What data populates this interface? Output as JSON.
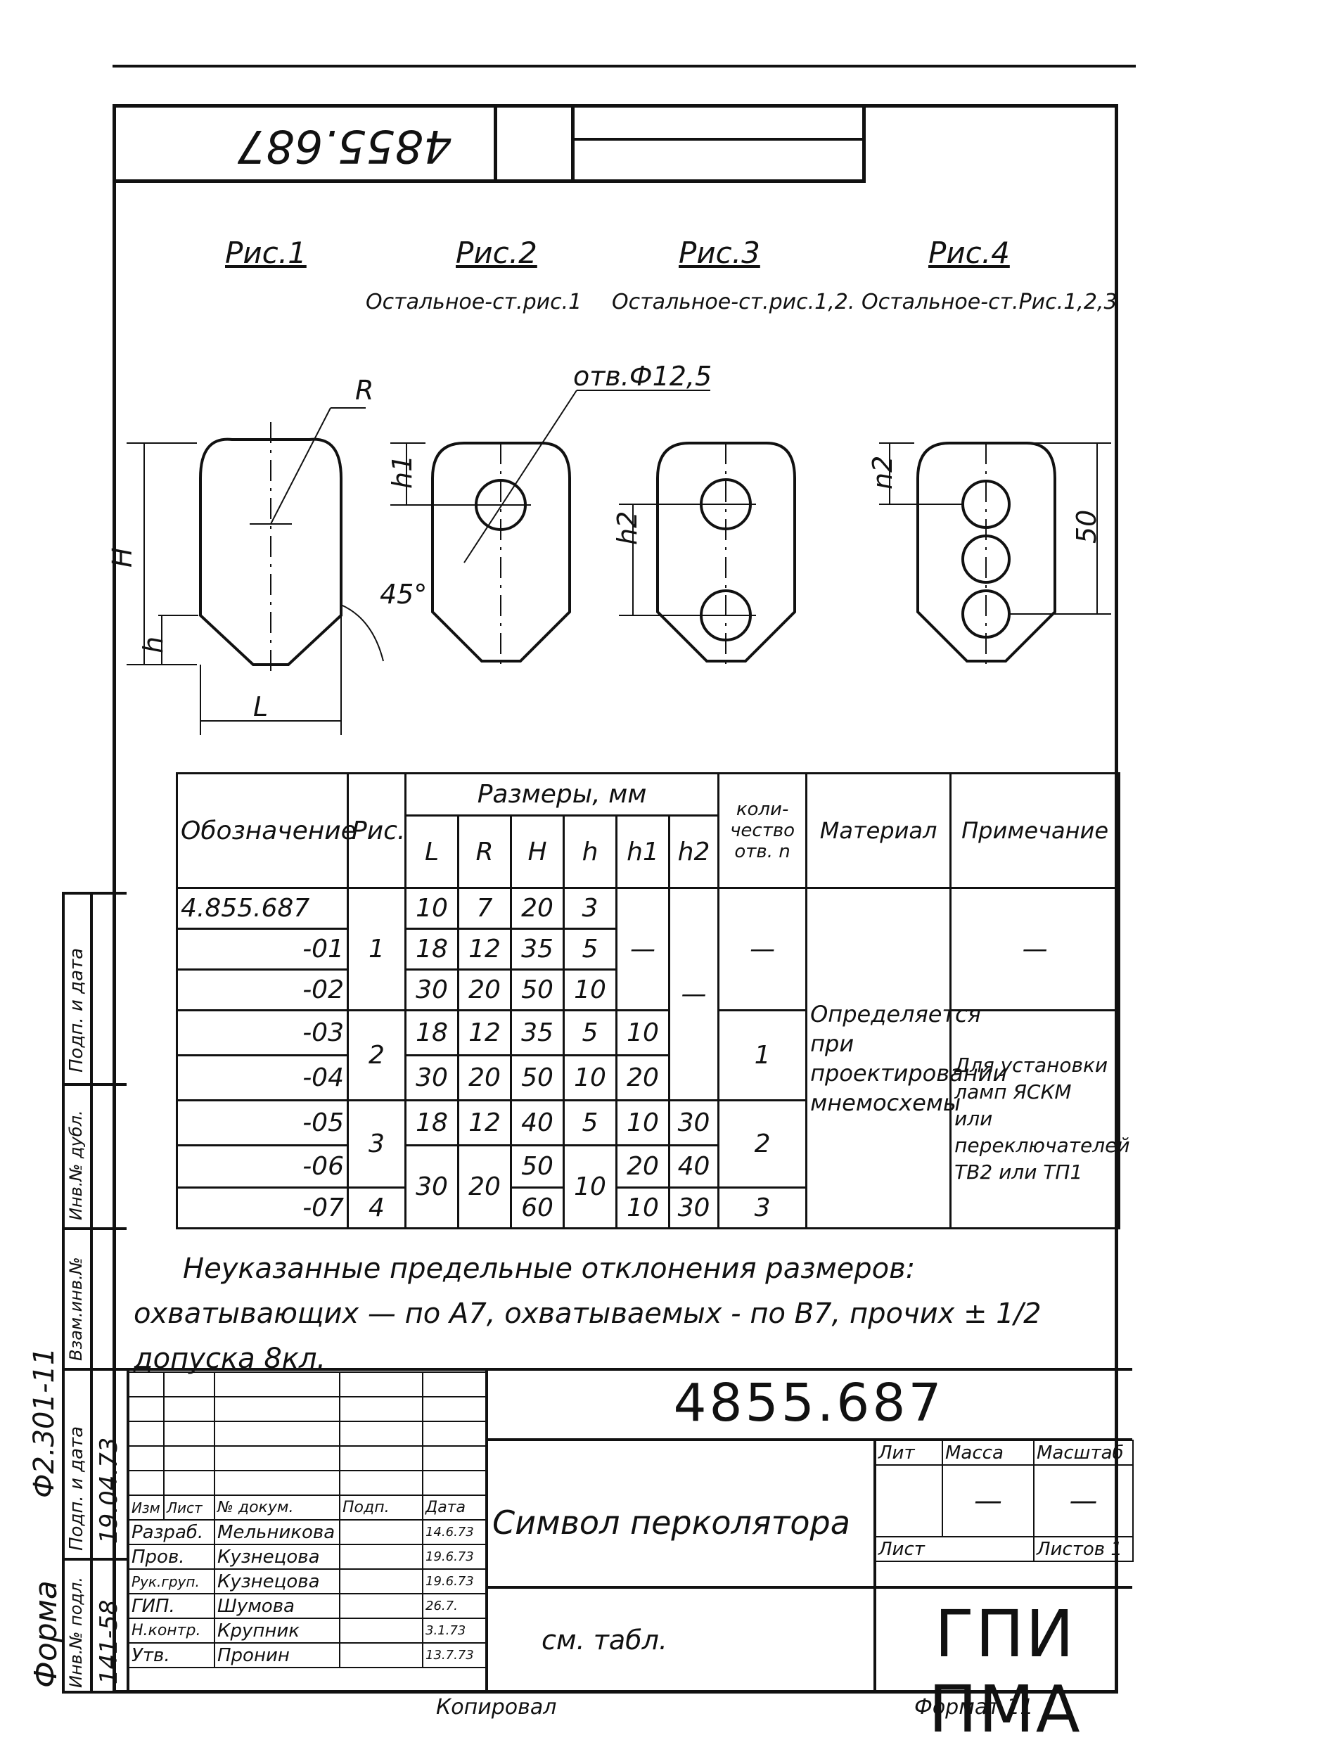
{
  "top_stamp": {
    "number_rotated": "4855.687"
  },
  "figures": {
    "titles": [
      "Рис.1",
      "Рис.2",
      "Рис.3",
      "Рис.4"
    ],
    "notes": [
      "Остальное-ст.рис.1",
      "Остальное-ст.рис.1,2.",
      "Остальное-ст.Рис.1,2,3"
    ],
    "dim_labels": {
      "R": "R",
      "H": "H",
      "h": "h",
      "L": "L",
      "angle": "45°",
      "hole": "отв.Ф12,5",
      "h1": "h1",
      "h2": "h2",
      "n2": "n2",
      "fifty": "50"
    }
  },
  "table": {
    "headers": {
      "designation": "Обозначение",
      "fig": "Рис.",
      "sizes": "Размеры, мм",
      "L": "L",
      "R": "R",
      "H": "H",
      "h": "h",
      "h1": "h1",
      "h2": "h2",
      "count": "коли-чество отв. n",
      "material": "Материал",
      "note": "Примечание"
    },
    "rows": [
      {
        "des": "4.855.687",
        "L": "10",
        "R": "7",
        "H": "20",
        "h": "3"
      },
      {
        "des": "-01",
        "L": "18",
        "R": "12",
        "H": "35",
        "h": "5"
      },
      {
        "des": "-02",
        "L": "30",
        "R": "20",
        "H": "50",
        "h": "10"
      },
      {
        "des": "-03",
        "L": "18",
        "R": "12",
        "H": "35",
        "h": "5",
        "h1": "10"
      },
      {
        "des": "-04",
        "L": "30",
        "R": "20",
        "H": "50",
        "h": "10",
        "h1": "20"
      },
      {
        "des": "-05",
        "L": "18",
        "R": "12",
        "H": "40",
        "h": "5",
        "h1": "10",
        "h2": "30"
      },
      {
        "des": "-06",
        "H": "50",
        "h1": "20",
        "h2": "40"
      },
      {
        "des": "-07",
        "H": "60",
        "h1": "10",
        "h2": "30"
      }
    ],
    "merged": {
      "fig1": "1",
      "fig2": "2",
      "fig3": "3",
      "fig4": "4",
      "L_67": "30",
      "R_67": "20",
      "h_67": "10",
      "dash_h1_012": "—",
      "dash_h2_01234": "—",
      "count_012": "—",
      "count_34": "1",
      "count_56": "2",
      "count_7": "3",
      "material": "Определяется при проектировании мнемосхемы",
      "note_top": "—",
      "note_bottom": "Для установки ламп ЯСКМ или переключателей ТВ2 или ТП1"
    }
  },
  "footnote": {
    "line1": "Неуказанные предельные отклонения размеров: охватывающих — по А7, охватываемых - по В7, прочих ± 1/2 допуска 8кл."
  },
  "title_block": {
    "doc_number": "4855.687",
    "title": "Символ перколятора",
    "material": "см. табл.",
    "org": "ГПИ ПМА",
    "lit_label": "Лит",
    "mass_label": "Масса",
    "scale_label": "Масштаб",
    "mass_value": "—",
    "scale_value": "—",
    "sheet_label": "Лист",
    "sheets_label": "Листов 1",
    "format": "Формат 11",
    "copied": "Копировал",
    "head": [
      "Изм",
      "Лист",
      "№ докум.",
      "Подп.",
      "Дата"
    ],
    "signers": [
      {
        "role": "Разраб.",
        "name": "Мельникова",
        "date": "14.6.73"
      },
      {
        "role": "Пров.",
        "name": "Кузнецова",
        "date": "19.6.73"
      },
      {
        "role": "Рук.груп.",
        "name": "Кузнецова",
        "date": "19.6.73"
      },
      {
        "role": "ГИП.",
        "name": "Шумова",
        "date": "26.7."
      },
      {
        "role": "Н.контр.",
        "name": "Крупник",
        "date": "3.1.73"
      },
      {
        "role": "Утв.",
        "name": "Пронин",
        "date": "13.7.73"
      }
    ]
  },
  "margin": {
    "form": "Форма",
    "form_no": "Ф2.301-11",
    "inv_podl": "Инв.№ подл.",
    "podp_data": "Подп. и дата",
    "vzam": "Взам.инв.№",
    "inv_dubl": "Инв.№ дубл.",
    "podp_data2": "Подп. и дата",
    "inv_value": "141-58",
    "date_value": "19.04.73"
  }
}
